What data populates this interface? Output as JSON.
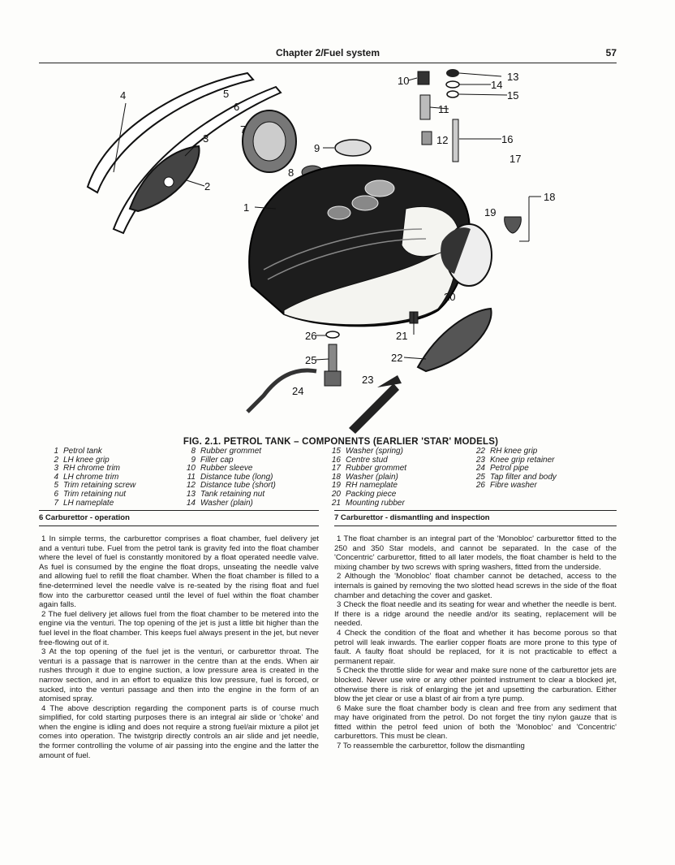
{
  "header": {
    "title": "Chapter 2/Fuel system",
    "page_number": "57"
  },
  "figure": {
    "caption": "FIG. 2.1. PETROL TANK – COMPONENTS (EARLIER 'STAR' MODELS)",
    "callouts": [
      "1",
      "2",
      "3",
      "4",
      "5",
      "6",
      "7",
      "8",
      "9",
      "10",
      "11",
      "12",
      "13",
      "14",
      "15",
      "16",
      "17",
      "18",
      "19",
      "20",
      "21",
      "22",
      "23",
      "24",
      "25",
      "26"
    ],
    "legend_columns": [
      [
        {
          "n": "1",
          "label": "Petrol tank"
        },
        {
          "n": "2",
          "label": "LH knee grip"
        },
        {
          "n": "3",
          "label": "RH chrome trim"
        },
        {
          "n": "4",
          "label": "LH chrome trim"
        },
        {
          "n": "5",
          "label": "Trim retaining screw"
        },
        {
          "n": "6",
          "label": "Trim retaining nut"
        },
        {
          "n": "7",
          "label": "LH nameplate"
        }
      ],
      [
        {
          "n": "8",
          "label": "Rubber grommet"
        },
        {
          "n": "9",
          "label": "Filler cap"
        },
        {
          "n": "10",
          "label": "Rubber sleeve"
        },
        {
          "n": "11",
          "label": "Distance tube (long)"
        },
        {
          "n": "12",
          "label": "Distance tube (short)"
        },
        {
          "n": "13",
          "label": "Tank retaining nut"
        },
        {
          "n": "14",
          "label": "Washer (plain)"
        }
      ],
      [
        {
          "n": "15",
          "label": "Washer (spring)"
        },
        {
          "n": "16",
          "label": "Centre stud"
        },
        {
          "n": "17",
          "label": "Rubber grommet"
        },
        {
          "n": "18",
          "label": "Washer (plain)"
        },
        {
          "n": "19",
          "label": "RH nameplate"
        },
        {
          "n": "20",
          "label": "Packing piece"
        },
        {
          "n": "21",
          "label": "Mounting rubber"
        }
      ],
      [
        {
          "n": "22",
          "label": "RH knee grip"
        },
        {
          "n": "23",
          "label": "Knee grip retainer"
        },
        {
          "n": "24",
          "label": "Petrol pipe"
        },
        {
          "n": "25",
          "label": "Tap filter and body"
        },
        {
          "n": "26",
          "label": "Fibre washer"
        }
      ]
    ]
  },
  "sections": {
    "left": {
      "heading": "6  Carburettor - operation",
      "paragraphs": [
        "1  In simple terms, the carburettor comprises a float chamber, fuel delivery jet and a venturi tube. Fuel from the petrol tank is gravity fed into the float chamber where the level of fuel is constantly monitored by a float operated needle valve. As fuel is consumed by the engine the float drops, unseating the needle valve and allowing fuel to refill the float chamber. When the float chamber is filled to a fine-determined level the needle valve is re-seated by the rising float and fuel flow into the carburettor ceased until the level of fuel within the float chamber again falls.",
        "2  The fuel delivery jet allows fuel from the float chamber to be metered into the engine via the venturi. The top opening of the jet is just a little bit higher than the fuel level in the float chamber. This keeps fuel always present in the jet, but never free-flowing out of it.",
        "3  At the top opening of the fuel jet is the venturi, or carburettor throat. The venturi is a passage that is narrower in the centre than at the ends. When air rushes through it due to engine suction, a low pressure area is created in the narrow section, and in an effort to equalize this low pressure, fuel is forced, or sucked, into the venturi passage and then into the engine in the form of an atomised spray.",
        "4  The above description regarding the component parts is of course much simplified, for cold starting purposes there is an integral air slide or 'choke' and when the engine is idling and does not require a strong fuel/air mixture a pilot jet comes into operation. The twistgrip directly controls an air slide and jet needle, the former controlling the volume of air passing into the engine and the latter the amount of fuel."
      ]
    },
    "right": {
      "heading": "7  Carburettor - dismantling and inspection",
      "paragraphs": [
        "1  The float chamber is an integral part of the 'Monobloc' carburettor fitted to the 250 and 350 Star models, and cannot be separated. In the case of the 'Concentric' carburettor, fitted to all later models, the float chamber is held to the mixing chamber by two screws with spring washers, fitted from the underside.",
        "2  Although the 'Monobloc' float chamber cannot be detached, access to the internals is gained by removing the two slotted head screws in the side of the float chamber and detaching the cover and gasket.",
        "3  Check the float needle and its seating for wear and whether the needle is bent. If there is a ridge around the needle and/or its seating, replacement will be needed.",
        "4  Check the condition of the float and whether it has become porous so that petrol will leak inwards. The earlier copper floats are more prone to this type of fault. A faulty float should be replaced, for it is not practicable to effect a permanent repair.",
        "5  Check the throttle slide for wear and make sure none of the carburettor jets are blocked. Never use wire or any other pointed instrument to clear a blocked jet, otherwise there is risk of enlarging the jet and upsetting the carburation. Either blow the jet clear or use a blast of air from a tyre pump.",
        "6  Make sure the float chamber body is clean and free from any sediment that may have originated from the petrol. Do not forget the tiny nylon gauze that is fitted within the petrol feed union of both the 'Monobloc' and 'Concentric' carburettors. This must be clean.",
        "7  To reassemble the carburettor, follow the dismantling"
      ]
    }
  }
}
